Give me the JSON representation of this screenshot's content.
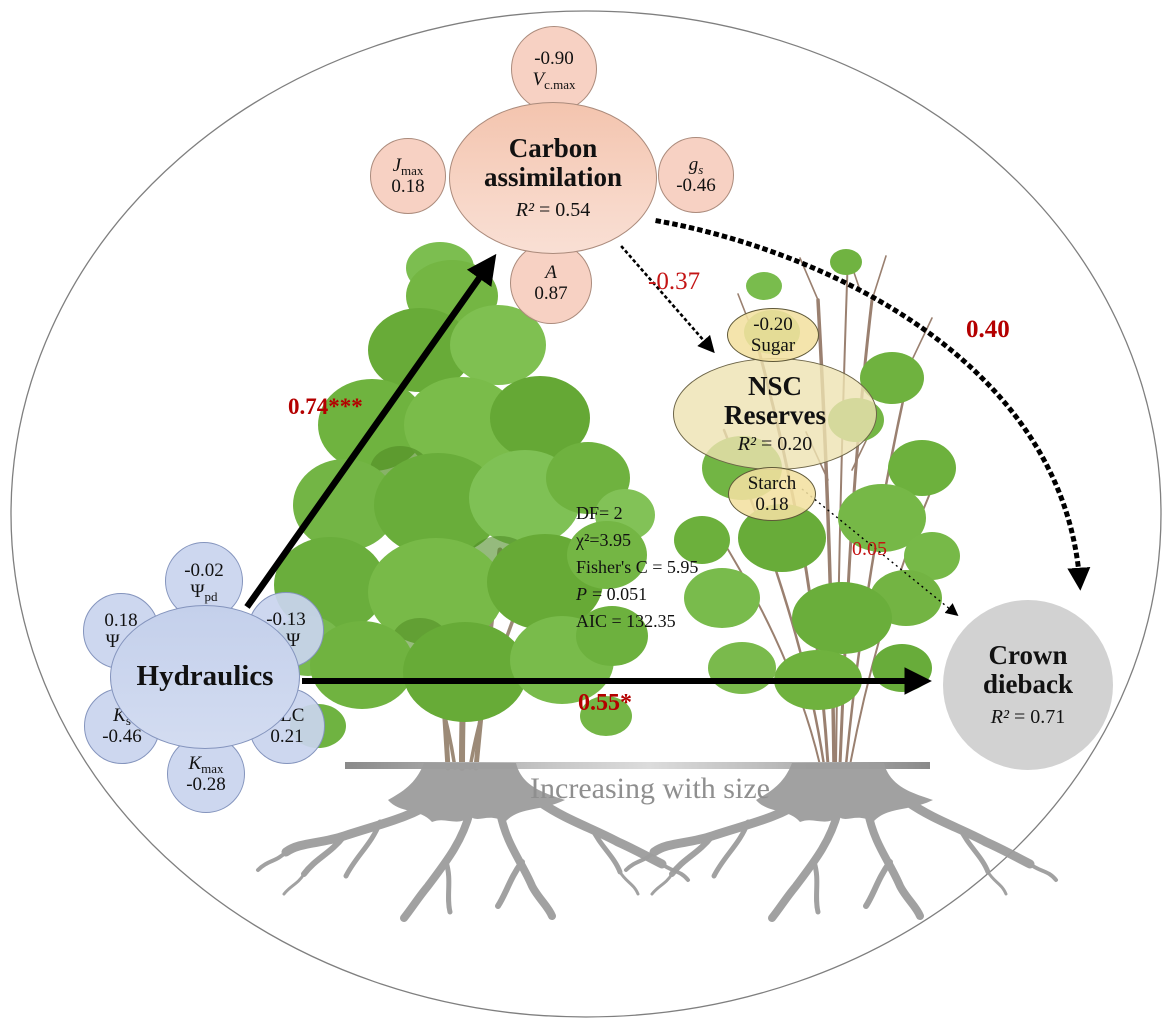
{
  "figure": {
    "type": "structural-equation-model-path-diagram",
    "ground_label": "Increasing with size"
  },
  "colors": {
    "coef_red_bold": "#b40000",
    "coef_red_light": "#c41414",
    "carbon_fill": "#f5cdbc",
    "hydraulics_fill": "#c9d4ee",
    "nsc_fill": "#eee2b2",
    "crown_fill": "#d2d2d2",
    "ground_gray": "#8f8f8f",
    "root_gray": "#9d9d9d",
    "foliage_green": "#6fb23f",
    "branch_brown": "#9a8070"
  },
  "nodes": {
    "carbon": {
      "title_line1": "Carbon",
      "title_line2": "assimilation",
      "r2_sym": "R²",
      "r2_val": "= 0.54",
      "satellites": {
        "vcmax": {
          "value": "-0.90",
          "sym": "V",
          "sub": "c.max"
        },
        "jmax": {
          "sym": "J",
          "sub": "max",
          "value": "0.18"
        },
        "gs": {
          "sym": "g",
          "sub": "s",
          "value": "-0.46"
        },
        "a": {
          "sym": "A",
          "value": "0.87"
        }
      }
    },
    "nsc": {
      "title_line1": "NSC",
      "title_line2": "Reserves",
      "r2_sym": "R²",
      "r2_val": "= 0.20",
      "satellites": {
        "sugar": {
          "value": "-0.20",
          "label": "Sugar"
        },
        "starch": {
          "label": "Starch",
          "value": "0.18"
        }
      }
    },
    "hydraulics": {
      "title": "Hydraulics",
      "satellites": {
        "psi_pd": {
          "value": "-0.02",
          "sym": "Ψ",
          "sub": "pd"
        },
        "psi_md": {
          "value": "0.18",
          "sym": "Ψ",
          "sub": "md"
        },
        "delta_psi": {
          "value": "-0.13",
          "sym": "△Ψ"
        },
        "ks": {
          "sym": "K",
          "sub": "s",
          "value": "-0.46"
        },
        "kmax": {
          "sym": "K",
          "sub": "max",
          "value": "-0.28"
        },
        "plc": {
          "label": "PLC",
          "value": "0.21"
        }
      }
    },
    "crown": {
      "title_line1": "Crown",
      "title_line2": "dieback",
      "r2_sym": "R²",
      "r2_val": "= 0.71"
    }
  },
  "paths": {
    "hydraulics_to_carbon": {
      "coef": "0.74***",
      "style": "solid-thick"
    },
    "hydraulics_to_crown": {
      "coef": "0.55*",
      "style": "solid-thick"
    },
    "carbon_to_nsc": {
      "coef": "-0.37",
      "style": "dotted"
    },
    "carbon_to_crown": {
      "coef": "0.40",
      "style": "dotted-bold"
    },
    "nsc_to_crown": {
      "coef": "0.05",
      "style": "dotted-thin"
    }
  },
  "stats": {
    "df": "DF= 2",
    "chi": "χ²=3.95",
    "fisher": "Fisher's C = 5.95",
    "p_sym": "P",
    "p_val": "= 0.051",
    "aic": "AIC = 132.35"
  }
}
